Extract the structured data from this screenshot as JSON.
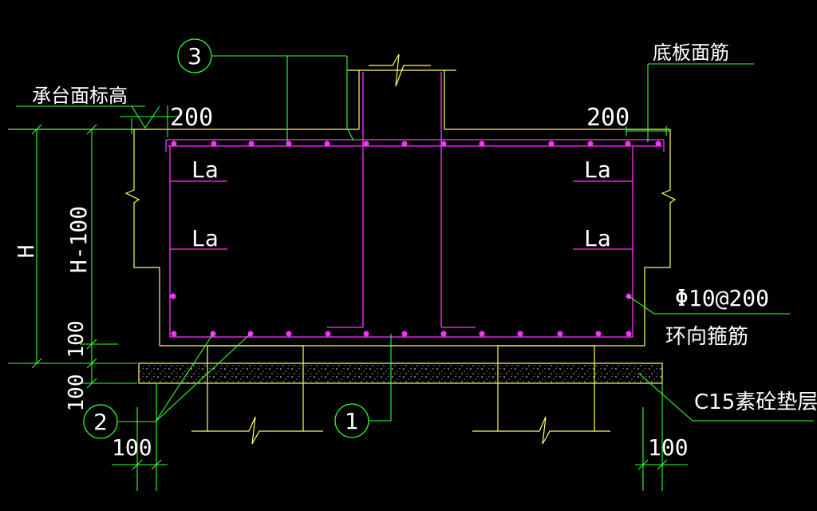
{
  "labels": {
    "cap_top_elev": "承台面标高",
    "bottom_top_bar": "底板面筋",
    "dim_200_left": "200",
    "dim_200_right": "200",
    "la_1": "La",
    "la_2": "La",
    "la_3": "La",
    "la_4": "La",
    "dim_H": "H",
    "dim_H100": "H-100",
    "dim_100_a": "100",
    "dim_100_b": "100",
    "dim_100_c": "100",
    "dim_100_d": "100",
    "stirrup_spec": "Φ10@200",
    "stirrup_name": "环向箍筋",
    "bedding": "C15素砼垫层"
  },
  "callouts": {
    "c1": "1",
    "c2": "2",
    "c3": "3"
  },
  "colors": {
    "background": "#000000",
    "concrete": "#ffff66",
    "rebar": "#ff33ff",
    "dimension": "#33ff33",
    "leader": "#33ff33",
    "text": "#ffffff"
  }
}
